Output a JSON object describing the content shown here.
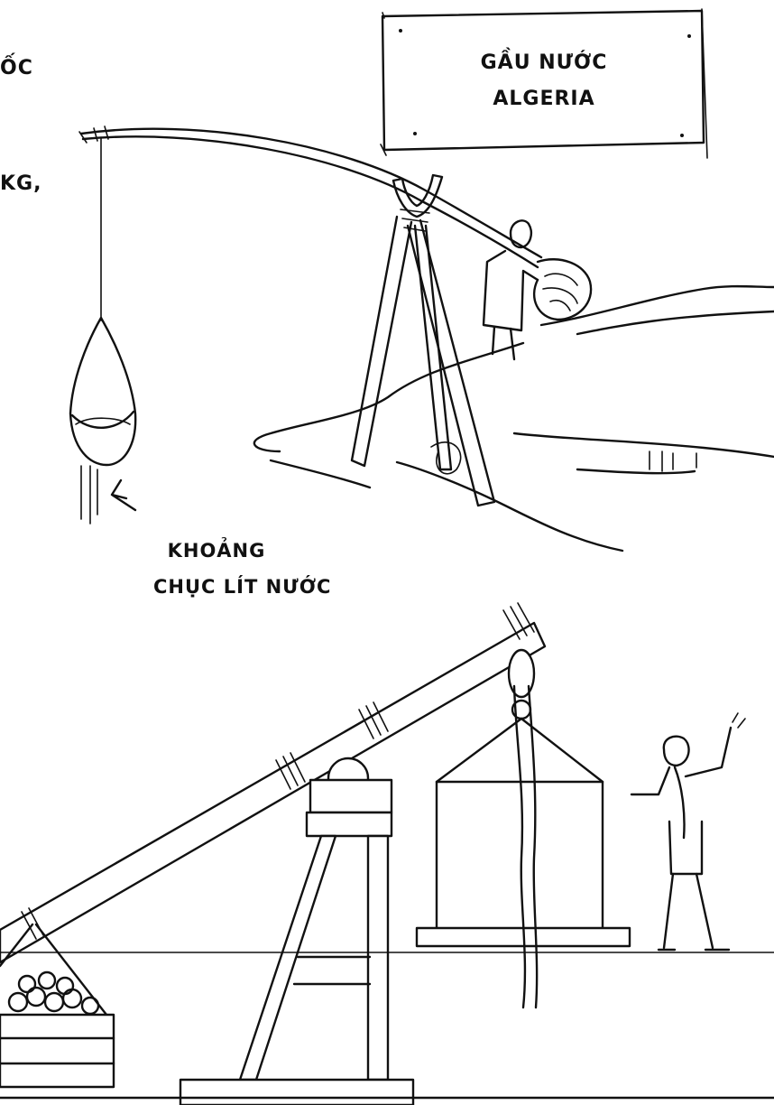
{
  "top_left_fragments": [
    "ỐC",
    "KG,"
  ],
  "sign": {
    "line1": "GẦU NƯỚC",
    "line2": "ALGERIA"
  },
  "bucket_caption": {
    "line1": "KHOẢNG",
    "line2": "CHỤC LÍT NƯỚC"
  }
}
